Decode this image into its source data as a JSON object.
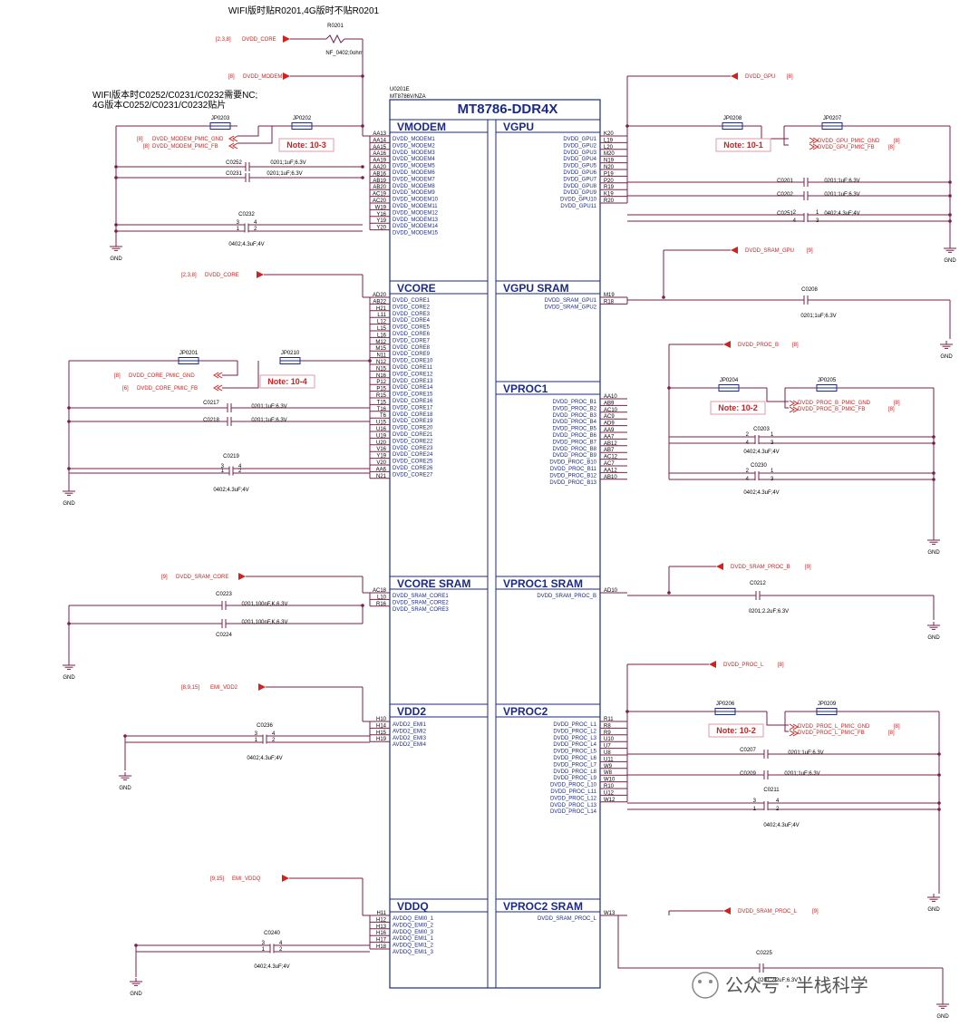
{
  "header_note": "WIFI版时贴R0201,4G版时不贴R0201",
  "cap_note": [
    "WIFI版本时C0252/C0231/C0232需要NC;",
    "4G版本C0252/C0231/C0232贴片"
  ],
  "watermark": "公众号 · 半栈科学",
  "chip": {
    "ref": "U0201E",
    "part": "MT8786V/NZA",
    "title": "MT8786-DDR4X"
  },
  "colors": {
    "wire": "#7a1f4a",
    "net": "#d62020",
    "box": "#1b2a8a"
  },
  "blocks": [
    {
      "name": "VMODEM",
      "side": "left",
      "pins": [
        "AA13",
        "AA14",
        "AA15",
        "AA16",
        "AA19",
        "AA20",
        "AB16",
        "AB19",
        "AB20",
        "AC19",
        "AC20",
        "W19",
        "Y16",
        "Y19",
        "Y20"
      ],
      "signals": [
        "DVDD_MODEM1",
        "DVDD_MODEM2",
        "DVDD_MODEM3",
        "DVDD_MODEM4",
        "DVDD_MODEM5",
        "DVDD_MODEM6",
        "DVDD_MODEM7",
        "DVDD_MODEM8",
        "DVDD_MODEM9",
        "DVDD_MODEM10",
        "DVDD_MODEM11",
        "DVDD_MODEM12",
        "DVDD_MODEM13",
        "DVDD_MODEM14",
        "DVDD_MODEM15"
      ]
    },
    {
      "name": "VGPU",
      "side": "right",
      "pins": [
        "K20",
        "L19",
        "L20",
        "M20",
        "N19",
        "N20",
        "P19",
        "P20",
        "R19",
        "K19",
        "R20"
      ],
      "signals": [
        "DVDD_GPU1",
        "DVDD_GPU2",
        "DVDD_GPU3",
        "DVDD_GPU4",
        "DVDD_GPU5",
        "DVDD_GPU6",
        "DVDD_GPU7",
        "DVDD_GPU8",
        "DVDD_GPU9",
        "DVDD_GPU10",
        "DVDD_GPU11"
      ]
    },
    {
      "name": "VCORE",
      "side": "left",
      "pins": [
        "AD20",
        "AB22",
        "H21",
        "L11",
        "L12",
        "L15",
        "L16",
        "M12",
        "M15",
        "N11",
        "N12",
        "N15",
        "N16",
        "P12",
        "P15",
        "R15",
        "T15",
        "T16",
        "T6",
        "U15",
        "U16",
        "U19",
        "U20",
        "V16",
        "Y19",
        "V20",
        "AA6",
        "N21"
      ],
      "signals": [
        "DVDD_CORE1",
        "DVDD_CORE2",
        "DVDD_CORE3",
        "DVDD_CORE4",
        "DVDD_CORE5",
        "DVDD_CORE6",
        "DVDD_CORE7",
        "DVDD_CORE8",
        "DVDD_CORE9",
        "DVDD_CORE10",
        "DVDD_CORE11",
        "DVDD_CORE12",
        "DVDD_CORE13",
        "DVDD_CORE14",
        "DVDD_CORE15",
        "DVDD_CORE16",
        "DVDD_CORE17",
        "DVDD_CORE18",
        "DVDD_CORE19",
        "DVDD_CORE20",
        "DVDD_CORE21",
        "DVDD_CORE22",
        "DVDD_CORE23",
        "DVDD_CORE24",
        "DVDD_CORE25",
        "DVDD_CORE26",
        "DVDD_CORE27"
      ]
    },
    {
      "name": "VGPU SRAM",
      "side": "right",
      "pins": [
        "M19",
        "R18"
      ],
      "signals": [
        "DVDD_SRAM_GPU1",
        "DVDD_SRAM_GPU2"
      ]
    },
    {
      "name": "VPROC1",
      "side": "right",
      "pins": [
        "AA10",
        "AB9",
        "AC10",
        "AC9",
        "AD9",
        "AA9",
        "AA7",
        "AB12",
        "AB7",
        "AC12",
        "AC7",
        "AA12",
        "AB10"
      ],
      "signals": [
        "DVDD_PROC_B1",
        "DVDD_PROC_B2",
        "DVDD_PROC_B3",
        "DVDD_PROC_B4",
        "DVDD_PROC_B5",
        "DVDD_PROC_B6",
        "DVDD_PROC_B7",
        "DVDD_PROC_B8",
        "DVDD_PROC_B9",
        "DVDD_PROC_B10",
        "DVDD_PROC_B11",
        "DVDD_PROC_B12",
        "DVDD_PROC_B13"
      ]
    },
    {
      "name": "VCORE SRAM",
      "side": "left",
      "pins": [
        "AC18",
        "L10",
        "R16"
      ],
      "signals": [
        "DVDD_SRAM_CORE1",
        "DVDD_SRAM_CORE2",
        "DVDD_SRAM_CORE3"
      ]
    },
    {
      "name": "VPROC1 SRAM",
      "side": "right",
      "pins": [
        "AD10"
      ],
      "signals": [
        "DVDD_SRAM_PROC_B"
      ]
    },
    {
      "name": "VDD2",
      "side": "left",
      "pins": [
        "H10",
        "H14",
        "H15",
        "H19"
      ],
      "signals": [
        "AVDD2_EMI1",
        "AVDD2_EMI2",
        "AVDD2_EMI3",
        "AVDD2_EMI4"
      ]
    },
    {
      "name": "VPROC2",
      "side": "right",
      "pins": [
        "R11",
        "R8",
        "R9",
        "U10",
        "U7",
        "U8",
        "U11",
        "W9",
        "W8",
        "W10",
        "R10",
        "U12",
        "W12"
      ],
      "signals": [
        "DVDD_PROC_L1",
        "DVDD_PROC_L2",
        "DVDD_PROC_L3",
        "DVDD_PROC_L4",
        "DVDD_PROC_L5",
        "DVDD_PROC_L6",
        "DVDD_PROC_L7",
        "DVDD_PROC_L8",
        "DVDD_PROC_L9",
        "DVDD_PROC_L10",
        "DVDD_PROC_L11",
        "DVDD_PROC_L12",
        "DVDD_PROC_L13",
        "DVDD_PROC_L14"
      ]
    },
    {
      "name": "VDDQ",
      "side": "left",
      "pins": [
        "H11",
        "H12",
        "H13",
        "H16",
        "H17",
        "H18"
      ],
      "signals": [
        "AVDDQ_EMI0_1",
        "AVDDQ_EMI0_2",
        "AVDDQ_EMI0_3",
        "AVDDQ_EMI1_1",
        "AVDDQ_EMI1_2",
        "AVDDQ_EMI1_3"
      ]
    },
    {
      "name": "VPROC2 SRAM",
      "side": "right",
      "pins": [
        "W13"
      ],
      "signals": [
        "DVDD_SRAM_PROC_L"
      ]
    }
  ],
  "nets": [
    {
      "ref": "[2,3,8]",
      "name": "DVDD_CORE"
    },
    {
      "ref": "[8]",
      "name": "DVDD_MODEM"
    },
    {
      "ref": "[2,3,8]",
      "name": "DVDD_CORE"
    },
    {
      "ref": "[9]",
      "name": "DVDD_SRAM_CORE"
    },
    {
      "ref": "[8,9,15]",
      "name": "EMI_VDD2"
    },
    {
      "ref": "[9,15]",
      "name": "EMI_VDDQ"
    },
    {
      "ref": "[8]",
      "name": "DVDD_GPU"
    },
    {
      "ref": "[9]",
      "name": "DVDD_SRAM_GPU"
    },
    {
      "ref": "[8]",
      "name": "DVDD_PROC_B"
    },
    {
      "ref": "[9]",
      "name": "DVDD_SRAM_PROC_B"
    },
    {
      "ref": "[8]",
      "name": "DVDD_PROC_L"
    },
    {
      "ref": "[9]",
      "name": "DVDD_SRAM_PROC_L"
    }
  ],
  "feedback": [
    {
      "ref": "[8]",
      "name": "DVDD_MODEM_PMIC_GND"
    },
    {
      "ref": "[8]",
      "name": "DVDD_MODEM_PMIC_FB"
    },
    {
      "ref": "[8]",
      "name": "DVDD_CORE_PMIC_GND"
    },
    {
      "ref": "[6]",
      "name": "DVDD_CORE_PMIC_FB"
    },
    {
      "ref": "[8]",
      "name": "DVDD_GPU_PMIC_GND"
    },
    {
      "ref": "[8]",
      "name": "DVDD_GPU_PMIC_FB"
    },
    {
      "ref": "[8]",
      "name": "DVDD_PROC_B_PMIC_GND"
    },
    {
      "ref": "[8]",
      "name": "DVDD_PROC_B_PMIC_FB"
    },
    {
      "ref": "[8]",
      "name": "DVDD_PROC_L_PMIC_GND"
    },
    {
      "ref": "[8]",
      "name": "DVDD_PROC_L_PMIC_FB"
    }
  ],
  "jumpers": [
    "JP0203",
    "JP0202",
    "JP0201",
    "JP0210",
    "JP0208",
    "JP0207",
    "JP0204",
    "JP0205",
    "JP0206",
    "JP0209"
  ],
  "notes": [
    "Note: 10-3",
    "Note: 10-4",
    "Note: 10-1",
    "Note: 10-2",
    "Note: 10-2"
  ],
  "resistor": {
    "ref": "R0201",
    "value": "NF_0402;0ohm"
  },
  "caps": [
    {
      "ref": "C0252",
      "value": "0201;1uF;6.3V"
    },
    {
      "ref": "C0231",
      "value": "0201;1uF;6.3V"
    },
    {
      "ref": "C0232",
      "value": "0402;4.3uF;4V"
    },
    {
      "ref": "C0217",
      "value": "0201;1uF;6.3V"
    },
    {
      "ref": "C0218",
      "value": "0201;1uF;6.3V"
    },
    {
      "ref": "C0219",
      "value": "0402;4.3uF;4V"
    },
    {
      "ref": "C0223",
      "value": "0201,100nF,K,6.3V"
    },
    {
      "ref": "C0224",
      "value": "0201,100nF,K,6.3V"
    },
    {
      "ref": "C0236",
      "value": "0402;4.3uF;4V"
    },
    {
      "ref": "C0240",
      "value": "0402;4.3uF;4V"
    },
    {
      "ref": "C0201",
      "value": "0201;1uF;6.3V"
    },
    {
      "ref": "C0202",
      "value": "0201;1uF;6.3V"
    },
    {
      "ref": "C0251",
      "value": "0402;4.3uF;4V"
    },
    {
      "ref": "C0208",
      "value": "0201;1uF;6.3V"
    },
    {
      "ref": "C0203",
      "value": "0402;4.3uF;4V"
    },
    {
      "ref": "C0230",
      "value": "0402;4.3uF;4V"
    },
    {
      "ref": "C0212",
      "value": "0201;2.2uF;6.3V"
    },
    {
      "ref": "C0207",
      "value": "0201;1uF;6.3V"
    },
    {
      "ref": "C0209",
      "value": "0201;1uF;6.3V"
    },
    {
      "ref": "C0211",
      "value": "0402;4.3uF;4V"
    },
    {
      "ref": "C0225",
      "value": "0201;2.2uF;6.3V"
    }
  ],
  "pin_numbers": [
    "1",
    "2",
    "3",
    "4"
  ],
  "gnd_label": "GND"
}
